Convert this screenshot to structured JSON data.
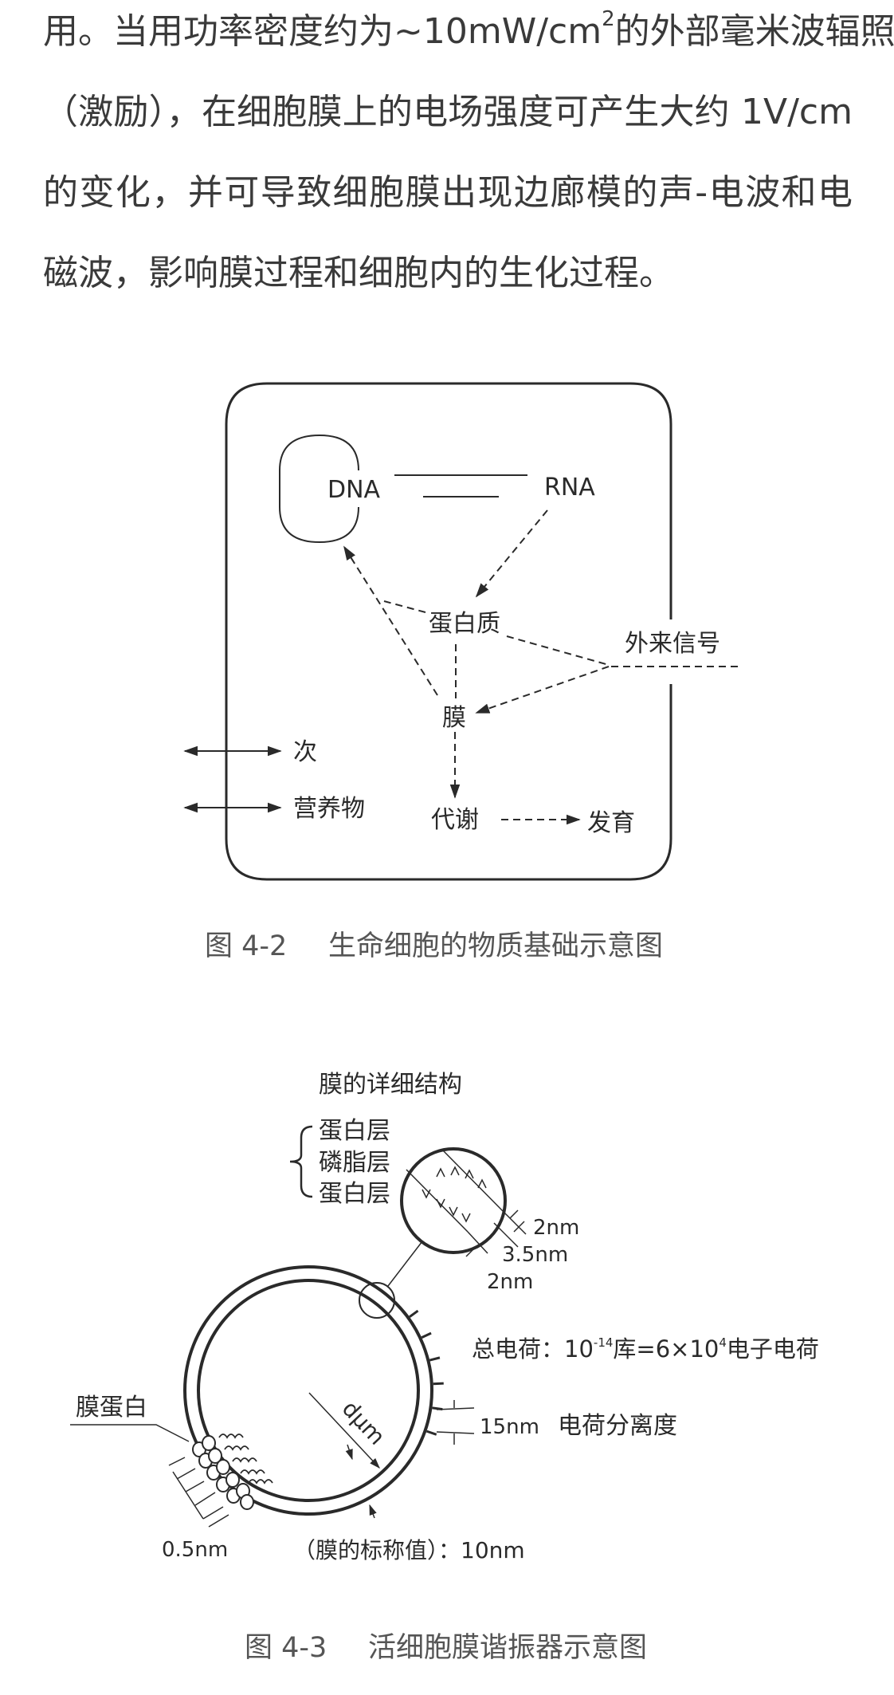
{
  "body_text": {
    "line1_a": "用。当用功率密度约为~10mW/cm",
    "line1_sup": "2",
    "line1_b": "的外部毫米波辐照",
    "line2": "（激励），在细胞膜上的电场强度可产生大约  1V/cm",
    "line3": "的变化，并可导致细胞膜出现边廊模的声-电波和电",
    "line4": "磁波，影响膜过程和细胞内的生化过程。"
  },
  "figure_4_2": {
    "labels": {
      "dna": "DNA",
      "rna": "RNA",
      "protein": "蛋白质",
      "external_signal": "外来信号",
      "membrane": "膜",
      "metabolism": "代谢",
      "development": "发育",
      "secondary": "次",
      "nutrients": "营养物"
    },
    "caption_number": "图 4-2",
    "caption_title": "生命细胞的物质基础示意图"
  },
  "figure_4_3": {
    "labels": {
      "detail_title": "膜的详细结构",
      "layer1": "蛋白层",
      "layer2": "磷脂层",
      "layer3": "蛋白层",
      "dim_2nm_a": "2nm",
      "dim_3_5nm": "3.5nm",
      "dim_2nm_b": "2nm",
      "total_charge_a": "总电荷：10",
      "total_charge_exp1": "-14",
      "total_charge_b": "库=6×10",
      "total_charge_exp2": "4",
      "total_charge_c": "电子电荷",
      "dim_15nm": "15nm",
      "charge_separation": "电荷分离度",
      "radius": "dμm",
      "membrane_protein": "膜蛋白",
      "dim_0_5nm": "0.5nm",
      "nominal": "（膜的标称值）：10nm"
    },
    "caption_number": "图 4-3",
    "caption_title": "活细胞膜谐振器示意图"
  }
}
